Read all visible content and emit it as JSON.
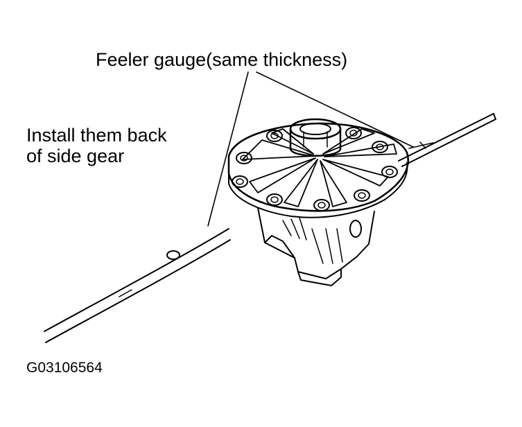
{
  "callouts": {
    "feeler_gauge": "Feeler gauge(same thickness)",
    "install_line1": "Install them back",
    "install_line2": "of side gear"
  },
  "figure_id": "G03106564",
  "colors": {
    "line": "#000000",
    "background": "#ffffff"
  }
}
